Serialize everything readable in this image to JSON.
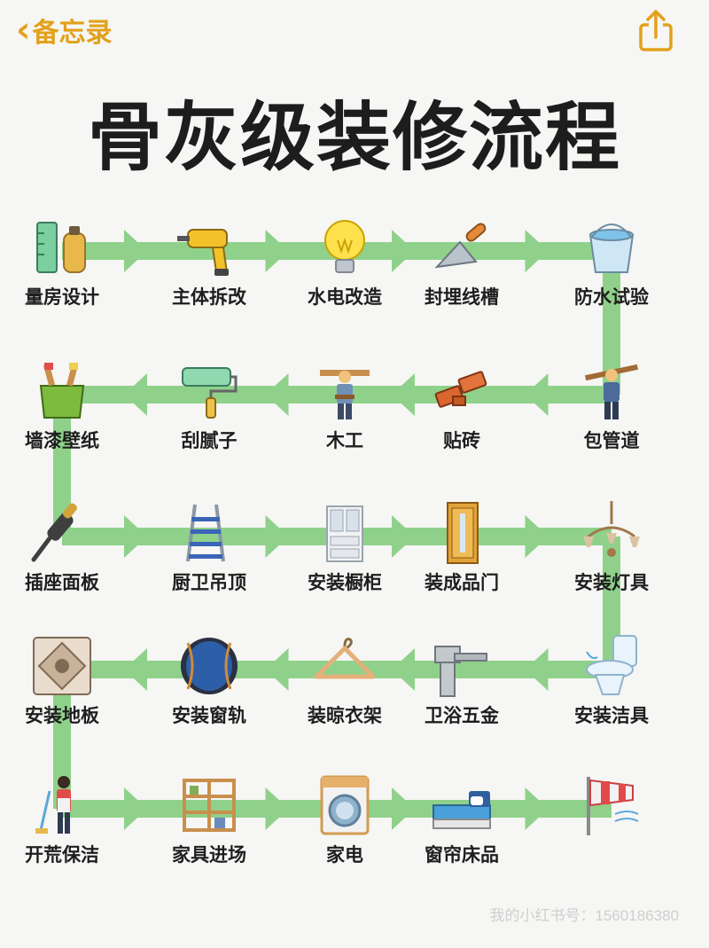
{
  "nav": {
    "back_label": "备忘录"
  },
  "title": "骨灰级装修流程",
  "colors": {
    "track": "#8fd18a",
    "arrow": "#8fd18a",
    "nav_accent": "#e3a11b"
  },
  "rows": [
    {
      "direction": "right",
      "steps": [
        {
          "label": "量房设计",
          "icon": "measuring-tools-icon"
        },
        {
          "label": "主体拆改",
          "icon": "power-drill-icon"
        },
        {
          "label": "水电改造",
          "icon": "light-bulb-icon"
        },
        {
          "label": "封埋线槽",
          "icon": "trowel-icon"
        },
        {
          "label": "防水试验",
          "icon": "water-bucket-icon"
        }
      ]
    },
    {
      "direction": "left",
      "steps": [
        {
          "label": "包管道",
          "icon": "worker-with-pipe-icon"
        },
        {
          "label": "贴砖",
          "icon": "bricks-icon"
        },
        {
          "label": "木工",
          "icon": "carpenter-icon"
        },
        {
          "label": "刮腻子",
          "icon": "paint-roller-icon"
        },
        {
          "label": "墙漆壁纸",
          "icon": "paint-bucket-icon"
        }
      ]
    },
    {
      "direction": "right",
      "steps": [
        {
          "label": "插座面板",
          "icon": "plug-icon"
        },
        {
          "label": "厨卫吊顶",
          "icon": "ladder-icon"
        },
        {
          "label": "安装橱柜",
          "icon": "cabinet-icon"
        },
        {
          "label": "装成品门",
          "icon": "door-icon"
        },
        {
          "label": "安装灯具",
          "icon": "chandelier-icon"
        }
      ]
    },
    {
      "direction": "left",
      "steps": [
        {
          "label": "安装洁具",
          "icon": "toilet-icon"
        },
        {
          "label": "卫浴五金",
          "icon": "faucet-icon"
        },
        {
          "label": "装晾衣架",
          "icon": "hanger-icon"
        },
        {
          "label": "安装窗轨",
          "icon": "window-curtain-icon"
        },
        {
          "label": "安装地板",
          "icon": "floor-tile-icon"
        }
      ]
    },
    {
      "direction": "right",
      "steps": [
        {
          "label": "开荒保洁",
          "icon": "cleaner-icon"
        },
        {
          "label": "家具进场",
          "icon": "shelf-icon"
        },
        {
          "label": "家电",
          "icon": "washing-machine-icon"
        },
        {
          "label": "窗帘床品",
          "icon": "bed-icon"
        },
        {
          "label": "",
          "icon": "windsock-icon"
        }
      ]
    }
  ],
  "watermark": "我的小红书号：1560186380"
}
